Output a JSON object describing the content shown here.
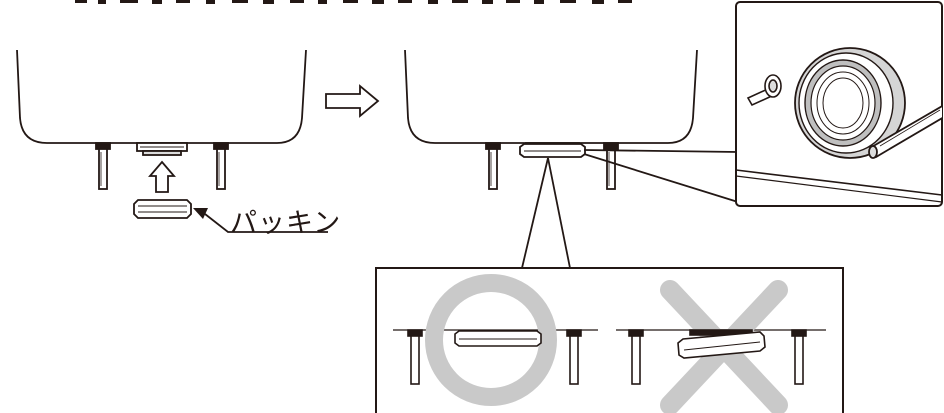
{
  "labels": {
    "packing": "パッキン"
  },
  "colors": {
    "line": "#231815",
    "ring": "#c9c9c9",
    "fill": "#ffffff",
    "shade": "#dcdcdc"
  },
  "icons": {
    "arrow_right": "outline-right-arrow",
    "arrow_up": "outline-up-arrow",
    "correct_mark": "circle-mark",
    "wrong_mark": "cross-mark"
  }
}
